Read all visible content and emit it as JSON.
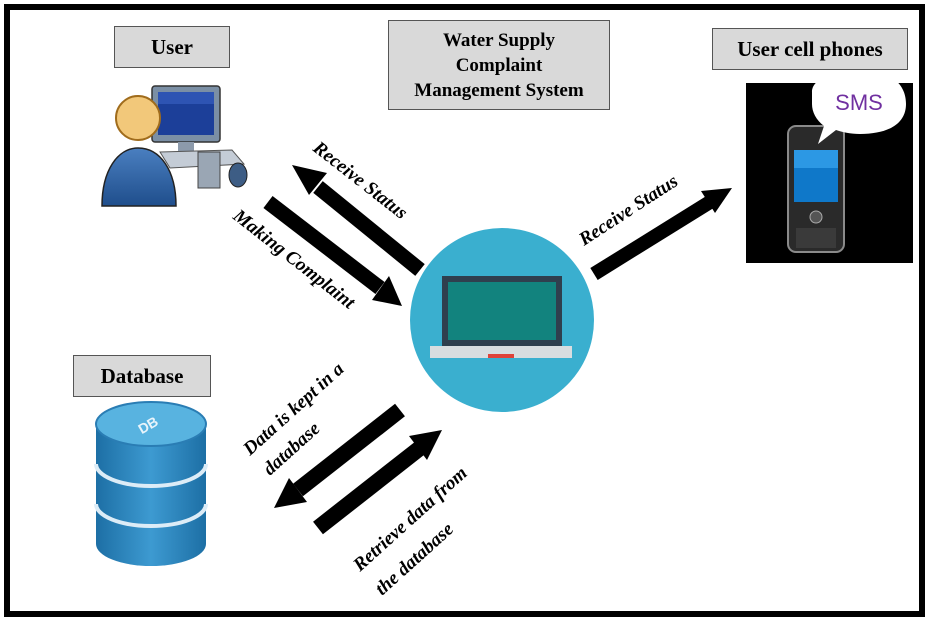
{
  "boxes": {
    "user": "User",
    "system_line1": "Water Supply",
    "system_line2": "Complaint",
    "system_line3": "Management System",
    "phones": "User cell phones",
    "database": "Database"
  },
  "arrows": {
    "receive_status_user": "Receive Status",
    "making_complaint": "Making Complaint",
    "receive_status_phone": "Receive Status",
    "data_kept_line1": "Data is kept in a",
    "data_kept_line2": "database",
    "retrieve_line1": "Retrieve data from",
    "retrieve_line2": "the database"
  },
  "phone": {
    "bubble_text": "SMS"
  },
  "db_icon": {
    "label": "DB"
  },
  "icons": [
    "user-computer-icon",
    "laptop-icon",
    "cell-phone-icon",
    "database-icon"
  ]
}
